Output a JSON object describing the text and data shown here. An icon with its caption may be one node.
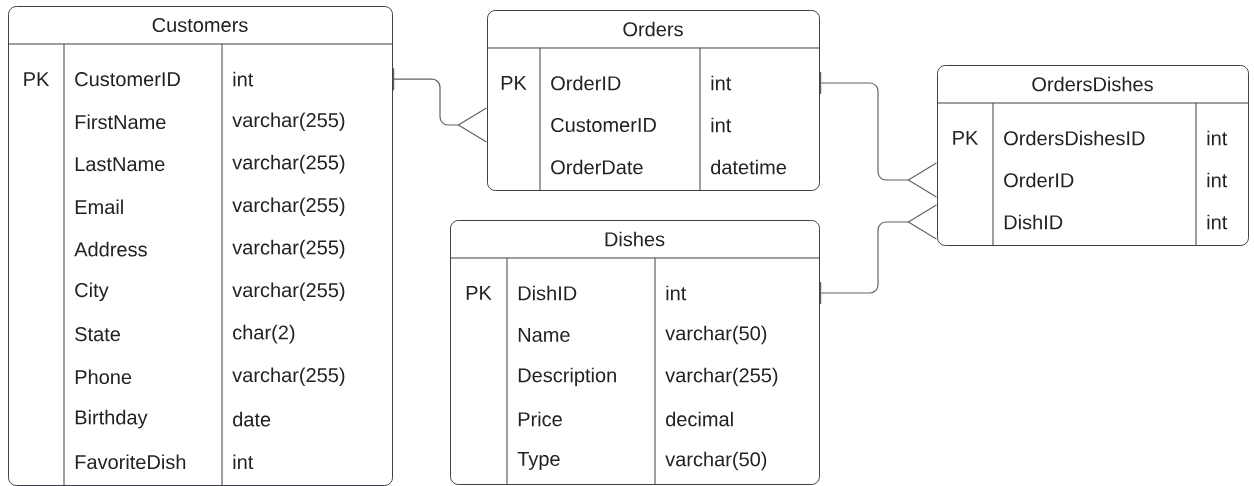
{
  "diagram": {
    "nodes": [
      {
        "text": [
          "Customers",
          "PK",
          "CustomerID",
          "int",
          "FirstName",
          "varchar(255)",
          "LastName",
          "varchar(255)",
          "Email",
          "varchar(255)",
          "Address",
          "varchar(255)",
          "City",
          "varchar(255)",
          "State",
          "char(2)",
          "Phone",
          "varchar(255)",
          "Birthday",
          "date",
          "FavoriteDish",
          "int"
        ]
      },
      {
        "text": [
          "Orders",
          "PK",
          "OrderID",
          "int",
          "CustomerID",
          "int",
          "OrderDate",
          "datetime"
        ]
      },
      {
        "text": [
          "OrdersDishes",
          "PK",
          "OrdersDishesID",
          "int",
          "OrderID",
          "int",
          "DishID",
          "int"
        ]
      },
      {
        "text": [
          "Dishes",
          "PK",
          "DishID",
          "int",
          "Name",
          "varchar(50)",
          "Description",
          "varchar(255)",
          "Price",
          "decimal",
          "Type",
          "varchar(50)"
        ]
      }
    ],
    "edges": [
      {
        "from": 0,
        "to": 1,
        "arrow": "other"
      },
      {
        "from": 1,
        "to": 2,
        "arrow": "other"
      },
      {
        "from": 3,
        "to": 2,
        "arrow": "other"
      }
    ]
  }
}
